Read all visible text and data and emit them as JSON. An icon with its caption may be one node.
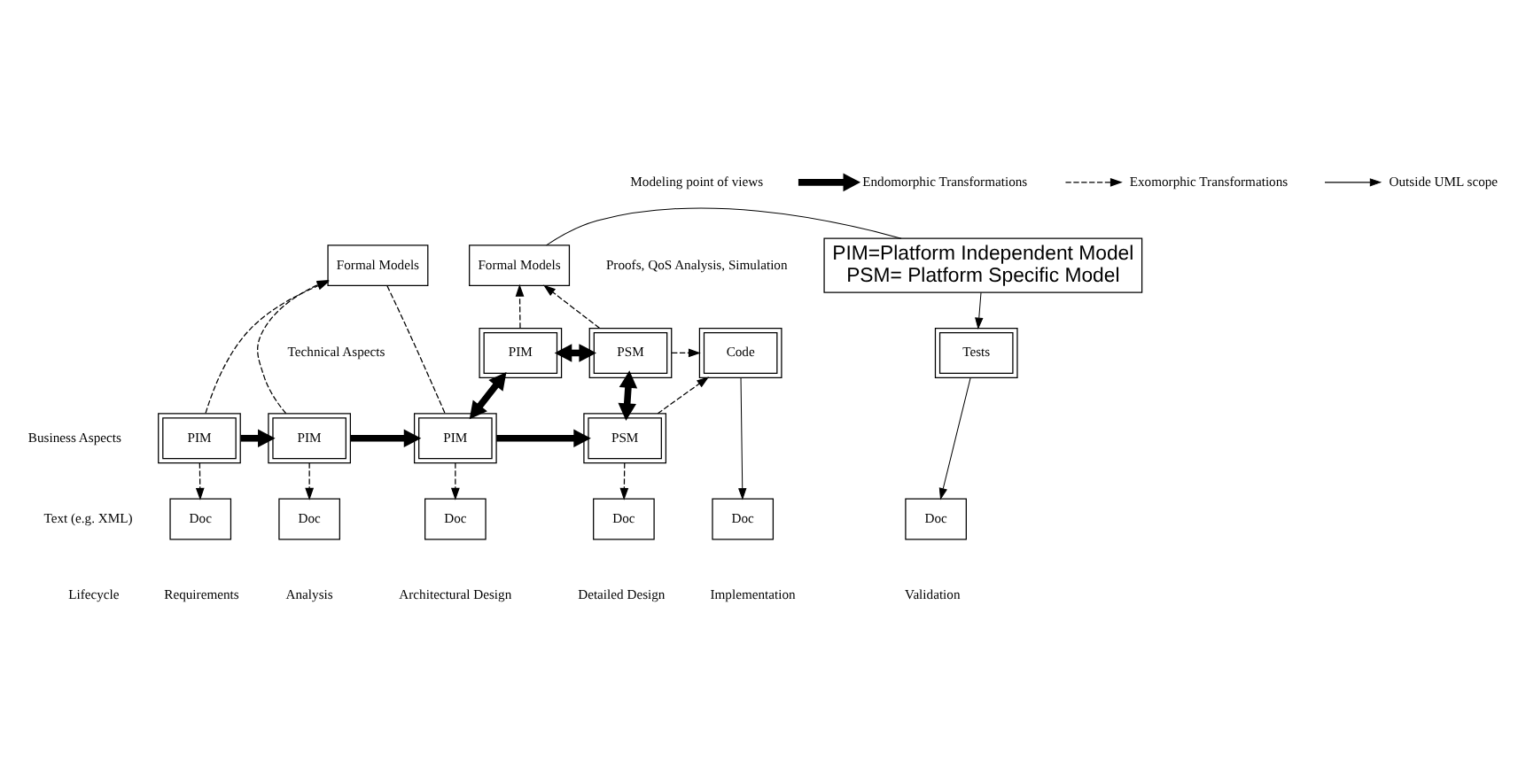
{
  "diagram": {
    "nodes": [
      {
        "text": [
          "Formal Models"
        ]
      },
      {
        "text": [
          "Formal Models"
        ]
      },
      {
        "text": [
          "PIM=Platform Independent Model",
          "PSM= Platform Specific Model"
        ]
      },
      {
        "text": [
          "PIM"
        ]
      },
      {
        "text": [
          "PSM"
        ]
      },
      {
        "text": [
          "PIM"
        ]
      },
      {
        "text": [
          "PIM"
        ]
      },
      {
        "text": [
          "PIM"
        ]
      },
      {
        "text": [
          "PSM"
        ]
      },
      {
        "text": [
          "Code"
        ]
      },
      {
        "text": [
          "Tests"
        ]
      },
      {
        "text": [
          "Doc"
        ]
      },
      {
        "text": [
          "Doc"
        ]
      },
      {
        "text": [
          "Doc"
        ]
      },
      {
        "text": [
          "Doc"
        ]
      },
      {
        "text": [
          "Doc"
        ]
      },
      {
        "text": [
          "Doc"
        ]
      }
    ],
    "edges": [
      {
        "from": 5,
        "to": 0,
        "arrow": "to",
        "style": "dashed"
      },
      {
        "from": 6,
        "to": 0,
        "arrow": "to",
        "style": "dashed"
      },
      {
        "from": 0,
        "to": 7,
        "arrow": "none",
        "style": "dashed"
      },
      {
        "from": 3,
        "to": 1,
        "arrow": "to",
        "style": "dashed"
      },
      {
        "from": 4,
        "to": 1,
        "arrow": "to",
        "style": "dashed"
      },
      {
        "from": 1,
        "to": 2,
        "arrow": "none"
      },
      {
        "from": 2,
        "to": 10,
        "arrow": "to"
      },
      {
        "from": 5,
        "to": 6,
        "arrow": "to",
        "style": "thick"
      },
      {
        "from": 6,
        "to": 7,
        "arrow": "to",
        "style": "thick"
      },
      {
        "from": 7,
        "to": 8,
        "arrow": "to",
        "style": "thick"
      },
      {
        "from": 3,
        "to": 4,
        "arrow": "both",
        "style": "thick"
      },
      {
        "from": 3,
        "to": 7,
        "arrow": "both",
        "style": "thick"
      },
      {
        "from": 4,
        "to": 8,
        "arrow": "both",
        "style": "thick"
      },
      {
        "from": 4,
        "to": 9,
        "arrow": "to",
        "style": "dashed"
      },
      {
        "from": 8,
        "to": 9,
        "arrow": "to",
        "style": "dashed"
      },
      {
        "from": 5,
        "to": 11,
        "arrow": "to",
        "style": "dashed"
      },
      {
        "from": 6,
        "to": 12,
        "arrow": "to",
        "style": "dashed"
      },
      {
        "from": 7,
        "to": 13,
        "arrow": "to",
        "style": "dashed"
      },
      {
        "from": 8,
        "to": 14,
        "arrow": "to",
        "style": "dashed"
      },
      {
        "from": 9,
        "to": 15,
        "arrow": "to"
      },
      {
        "from": 10,
        "to": 16,
        "arrow": "to"
      }
    ],
    "labels": [
      "Modeling point of views",
      "Proofs, QoS Analysis, Simulation",
      "Technical Aspects",
      "Business Aspects",
      "Text (e.g. XML)",
      "Lifecycle",
      "Requirements",
      "Analysis",
      "Architectural Design",
      "Detailed Design",
      "Implementation",
      "Validation"
    ],
    "legend": [
      {
        "text": "Endomorphic Transformations"
      },
      {
        "text": "Exomorphic Transformations"
      },
      {
        "text": "Outside UML scope"
      }
    ]
  }
}
